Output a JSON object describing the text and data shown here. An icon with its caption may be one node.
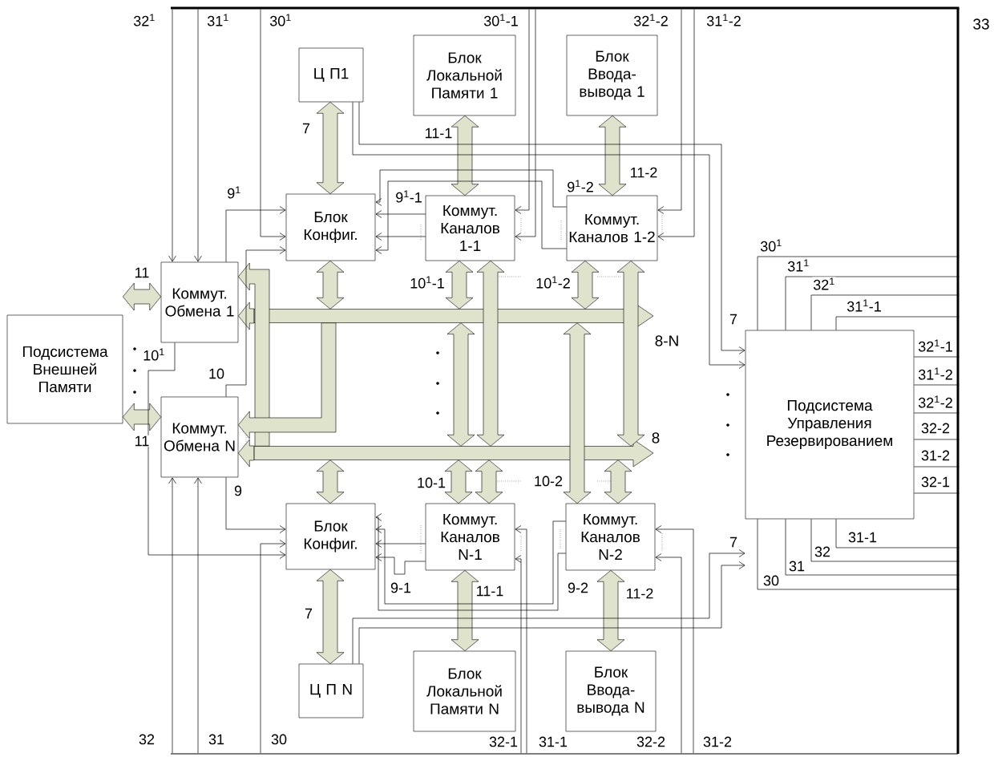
{
  "diagram": {
    "nodes": [
      {
        "text": [
          "33"
        ]
      },
      {
        "text": [
          "Ц П1"
        ]
      },
      {
        "text": [
          "Блок Локальной Памяти 1"
        ]
      },
      {
        "text": [
          "Блок Ввода-вывода 1"
        ]
      },
      {
        "text": [
          "Блок Конфиг."
        ]
      },
      {
        "text": [
          "Коммут. Каналов 1-1"
        ]
      },
      {
        "text": [
          "Коммут. Каналов 1-2"
        ]
      },
      {
        "text": [
          "Коммут. Обмена 1"
        ]
      },
      {
        "text": [
          "Подсистема Внешней Памяти"
        ]
      },
      {
        "text": [
          "Коммут. Обмена N"
        ]
      },
      {
        "text": [
          "Подсистема Управления Резервированием"
        ]
      },
      {
        "text": [
          "Блок Конфиг."
        ]
      },
      {
        "text": [
          "Коммут. Каналов N-1"
        ]
      },
      {
        "text": [
          "Коммут. Каналов N-2"
        ]
      },
      {
        "text": [
          "Ц П N"
        ]
      },
      {
        "text": [
          "Блок Локальной Памяти N"
        ]
      },
      {
        "text": [
          "Блок Ввода-вывода N"
        ]
      },
      {
        "text": [
          "8-N"
        ]
      },
      {
        "text": [
          "8"
        ]
      },
      {
        "text": [],
        "shape": "bar"
      },
      {
        "text": [],
        "shape": "bar"
      }
    ],
    "edges": [
      {
        "from": 1,
        "to": 4,
        "arrow": "both",
        "label": "7",
        "style": "thick",
        "color": "#dfe3cc"
      },
      {
        "from": 2,
        "to": 5,
        "arrow": "both",
        "label": "11-1",
        "style": "thick",
        "color": "#dfe3cc"
      },
      {
        "from": 3,
        "to": 6,
        "arrow": "both",
        "label": "11-2",
        "style": "thick",
        "color": "#dfe3cc"
      },
      {
        "from": 8,
        "to": 7,
        "arrow": "both",
        "label": "11",
        "style": "thick",
        "color": "#dfe3cc"
      },
      {
        "from": 8,
        "to": 9,
        "arrow": "both",
        "label": "11",
        "style": "thick",
        "color": "#dfe3cc"
      },
      {
        "from": 17,
        "to": 7,
        "arrow": "to",
        "style": "thick",
        "color": "#dfe3cc"
      },
      {
        "from": 18,
        "to": 9,
        "arrow": "to",
        "style": "thick",
        "color": "#dfe3cc"
      },
      {
        "from": 18,
        "to": 7,
        "arrow": "to",
        "style": "thick",
        "color": "#dfe3cc"
      },
      {
        "from": 17,
        "to": 9,
        "arrow": "to",
        "style": "thick",
        "color": "#dfe3cc"
      },
      {
        "from": 4,
        "to": 17,
        "arrow": "both",
        "style": "thick",
        "color": "#dfe3cc"
      },
      {
        "from": 5,
        "to": 17,
        "arrow": "both",
        "label": "10$^{1}$-1",
        "style": "thick",
        "color": "#dfe3cc"
      },
      {
        "from": 5,
        "to": 18,
        "arrow": "both",
        "style": "thick",
        "color": "#dfe3cc"
      },
      {
        "from": 6,
        "to": 17,
        "arrow": "both",
        "label": "10$^{1}$-2",
        "style": "thick",
        "color": "#dfe3cc"
      },
      {
        "from": 6,
        "to": 18,
        "arrow": "both",
        "style": "thick",
        "color": "#dfe3cc"
      },
      {
        "from": 17,
        "to": 18,
        "arrow": "both",
        "style": "thick",
        "color": "#dfe3cc"
      },
      {
        "from": 18,
        "to": 11,
        "arrow": "both",
        "style": "thick",
        "color": "#dfe3cc"
      },
      {
        "from": 18,
        "to": 12,
        "arrow": "both",
        "label": "10-1",
        "style": "thick",
        "color": "#dfe3cc"
      },
      {
        "from": 18,
        "to": 12,
        "arrow": "both",
        "style": "thick",
        "color": "#dfe3cc"
      },
      {
        "from": 17,
        "to": 13,
        "arrow": "both",
        "label": "10-2",
        "style": "thick",
        "color": "#dfe3cc"
      },
      {
        "from": 18,
        "to": 13,
        "arrow": "both",
        "style": "thick",
        "color": "#dfe3cc"
      },
      {
        "from": 11,
        "to": 14,
        "arrow": "both",
        "label": "7",
        "style": "thick",
        "color": "#dfe3cc"
      },
      {
        "from": 12,
        "to": 15,
        "arrow": "both",
        "label": "11-1",
        "style": "thick",
        "color": "#dfe3cc"
      },
      {
        "from": 13,
        "to": 16,
        "arrow": "both",
        "label": "11-2",
        "style": "thick",
        "color": "#dfe3cc"
      },
      {
        "from": 0,
        "to": 7,
        "arrow": "to",
        "label": "32$^{1}$"
      },
      {
        "from": 0,
        "to": 7,
        "arrow": "to",
        "label": "31$^{1}$"
      },
      {
        "from": 0,
        "to": 4,
        "arrow": "to",
        "label": "30$^{1}$"
      },
      {
        "from": 7,
        "to": 4,
        "arrow": "to",
        "label": "9$^{1}$"
      },
      {
        "from": 9,
        "to": 4,
        "arrow": "to",
        "label": "10"
      },
      {
        "from": 7,
        "to": 11,
        "arrow": "to",
        "label": "10$^{1}$"
      },
      {
        "from": 9,
        "to": 11,
        "arrow": "to",
        "label": "9"
      },
      {
        "from": 20,
        "to": 9,
        "arrow": "to",
        "label": "32"
      },
      {
        "from": 20,
        "to": 9,
        "arrow": "to",
        "label": "31"
      },
      {
        "from": 20,
        "to": 11,
        "arrow": "to",
        "label": "30"
      },
      {
        "from": 5,
        "to": 4,
        "arrow": "to",
        "label": "9$^{1}$-1"
      },
      {
        "from": 5,
        "to": 4,
        "arrow": "to"
      },
      {
        "from": 6,
        "to": 4,
        "arrow": "to",
        "label": "9$^{1}$-2"
      },
      {
        "from": 6,
        "to": 4,
        "arrow": "to"
      },
      {
        "from": 0,
        "to": 5,
        "arrow": "to",
        "label": "30$^{1}$-1"
      },
      {
        "from": 0,
        "to": 5,
        "arrow": "to"
      },
      {
        "from": 0,
        "to": 6,
        "arrow": "to",
        "label": "32$^{1}$-2"
      },
      {
        "from": 0,
        "to": 6,
        "arrow": "to",
        "label": "31$^{1}$-2"
      },
      {
        "from": 12,
        "to": 11,
        "arrow": "to",
        "label": "9-1"
      },
      {
        "from": 12,
        "to": 11,
        "arrow": "to"
      },
      {
        "from": 13,
        "to": 11,
        "arrow": "to",
        "label": "9-2"
      },
      {
        "from": 13,
        "to": 11,
        "arrow": "to"
      },
      {
        "from": 20,
        "to": 12,
        "arrow": "to",
        "label": "32-1"
      },
      {
        "from": 20,
        "to": 12,
        "arrow": "to",
        "label": "31-1"
      },
      {
        "from": 20,
        "to": 13,
        "arrow": "to",
        "label": "32-2"
      },
      {
        "from": 20,
        "to": 13,
        "arrow": "to",
        "label": "31-2"
      },
      {
        "from": 1,
        "to": 10,
        "arrow": "to",
        "label": "7"
      },
      {
        "from": 1,
        "to": 10,
        "arrow": "to"
      },
      {
        "from": 14,
        "to": 10,
        "arrow": "to",
        "label": "7"
      },
      {
        "from": 14,
        "to": 10,
        "arrow": "to"
      },
      {
        "from": 10,
        "to": 19,
        "arrow": "none",
        "label": "30$^{1}$"
      },
      {
        "from": 10,
        "to": 19,
        "arrow": "none",
        "label": "31$^{1}$"
      },
      {
        "from": 10,
        "to": 19,
        "arrow": "none",
        "label": "32$^{1}$"
      },
      {
        "from": 10,
        "to": 19,
        "arrow": "none",
        "label": "31$^{1}$-1"
      },
      {
        "from": 10,
        "to": 19,
        "arrow": "none",
        "label": "32$^{1}$-1"
      },
      {
        "from": 10,
        "to": 19,
        "arrow": "none",
        "label": "31$^{1}$-2"
      },
      {
        "from": 10,
        "to": 19,
        "arrow": "none",
        "label": "32$^{1}$-2"
      },
      {
        "from": 10,
        "to": 19,
        "arrow": "none",
        "label": "32-2"
      },
      {
        "from": 10,
        "to": 19,
        "arrow": "none",
        "label": "31-2"
      },
      {
        "from": 10,
        "to": 19,
        "arrow": "none",
        "label": "32-1"
      },
      {
        "from": 10,
        "to": 19,
        "arrow": "none",
        "label": "31-1"
      },
      {
        "from": 10,
        "to": 19,
        "arrow": "none",
        "label": "32"
      },
      {
        "from": 10,
        "to": 19,
        "arrow": "none",
        "label": "31"
      },
      {
        "from": 10,
        "to": 19,
        "arrow": "none",
        "label": "30"
      }
    ]
  }
}
